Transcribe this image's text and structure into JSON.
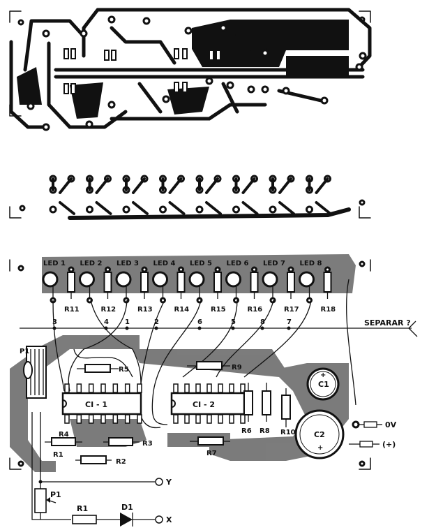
{
  "led_labels": [
    "LED 1",
    "LED 2",
    "LED 3",
    "LED 4",
    "LED 5",
    "LED 6",
    "LED 7",
    "LED 8"
  ],
  "resistor_labels_top": [
    "R11",
    "R12",
    "R13",
    "R14",
    "R15",
    "R16",
    "R17",
    "R18"
  ],
  "cut_line_numbers": [
    "3",
    "4",
    "1",
    "2",
    "6",
    "5",
    "8",
    "7"
  ],
  "cut_label": "SEPARAR ?",
  "ic_labels": [
    "CI - 1",
    "CI - 2"
  ],
  "component_labels": {
    "r5": "R5",
    "r9": "R9",
    "r6": "R6",
    "r8": "R8",
    "r10": "R10",
    "r4": "R4",
    "r1": "R1",
    "r3": "R3",
    "r2": "R2",
    "r7": "R7",
    "c1": "C1",
    "c2": "C2",
    "p1_board": "P1"
  },
  "terminal_labels": {
    "ground": "0V",
    "positive": "(+)"
  },
  "external_labels": {
    "y": "Y",
    "x": "X",
    "p1": "P1",
    "r1": "R1",
    "d1": "D1"
  },
  "polarity": {
    "plus": "+"
  }
}
